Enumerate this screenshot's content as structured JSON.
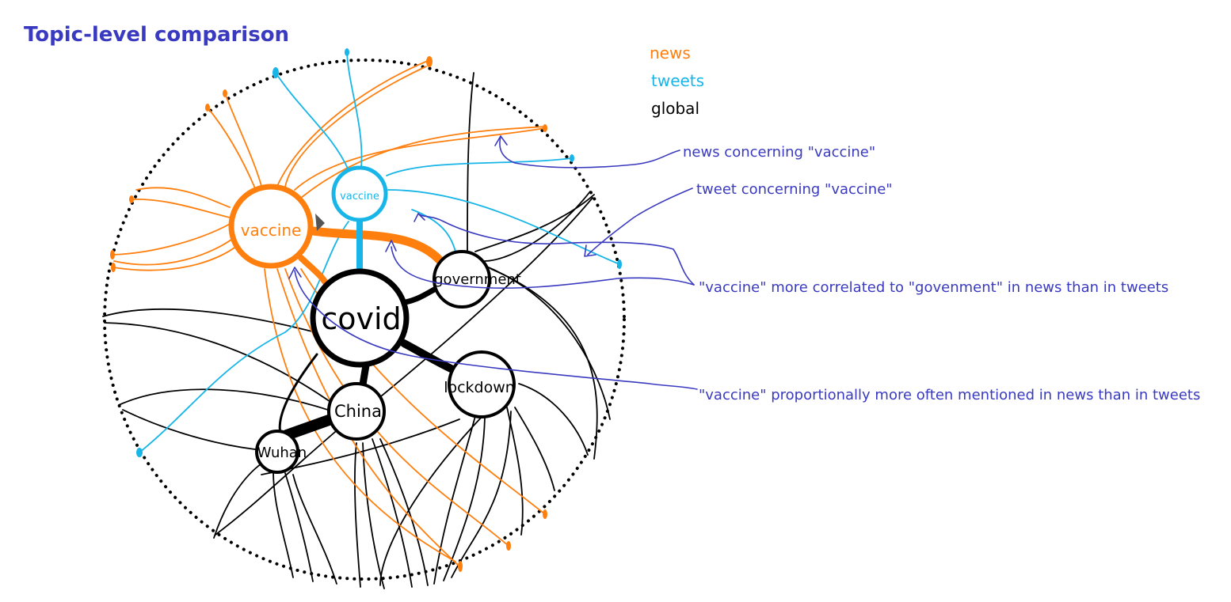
{
  "title": "Topic-level comparison",
  "legend": {
    "news": "news",
    "tweets": "tweets",
    "global": "global"
  },
  "colors": {
    "news": "#ff7f0e",
    "tweets": "#17b5e8",
    "global": "#000000",
    "annotation": "#3a3ac0"
  },
  "nodes": {
    "vaccine_news": "vaccine",
    "vaccine_tweets": "vaccine",
    "covid": "covid",
    "government": "government",
    "lockdown": "lockdown",
    "china": "China",
    "wuhan": "Wuhan"
  },
  "annotations": {
    "news_vaccine": "news concerning \"vaccine\"",
    "tweet_vaccine": "tweet concerning \"vaccine\"",
    "correlated": "\"vaccine\" more correlated to \"govenment\" in news than in tweets",
    "proportional": "\"vaccine\" proportionally more often mentioned in news than in tweets"
  }
}
